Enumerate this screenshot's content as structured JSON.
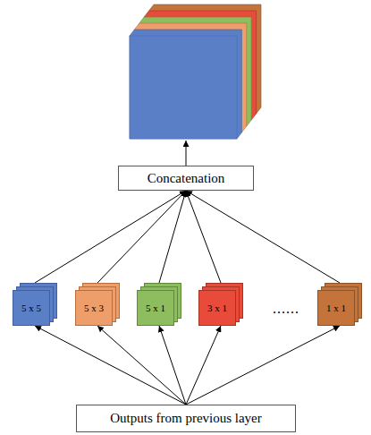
{
  "diagram": {
    "nodes": [
      {
        "text": [
          "Concatenation"
        ]
      },
      {
        "text": [
          "5 x 5"
        ]
      },
      {
        "text": [
          "5 x 3"
        ]
      },
      {
        "text": [
          "5 x 1"
        ]
      },
      {
        "text": [
          "3 x 1"
        ]
      },
      {
        "text": [
          "1 x 1"
        ]
      },
      {
        "text": [
          "Outputs from previous layer"
        ]
      }
    ],
    "edges": [
      {
        "from": 6,
        "to": 1,
        "arrow": "to"
      },
      {
        "from": 6,
        "to": 2,
        "arrow": "to"
      },
      {
        "from": 6,
        "to": 3,
        "arrow": "to"
      },
      {
        "from": 6,
        "to": 4,
        "arrow": "to"
      },
      {
        "from": 6,
        "to": 5,
        "arrow": "to"
      },
      {
        "from": 1,
        "to": 0,
        "arrow": "to"
      },
      {
        "from": 2,
        "to": 0,
        "arrow": "to"
      },
      {
        "from": 3,
        "to": 0,
        "arrow": "to"
      },
      {
        "from": 4,
        "to": 0,
        "arrow": "to"
      },
      {
        "from": 5,
        "to": 0,
        "arrow": "to"
      }
    ],
    "labels": [
      "......"
    ]
  }
}
